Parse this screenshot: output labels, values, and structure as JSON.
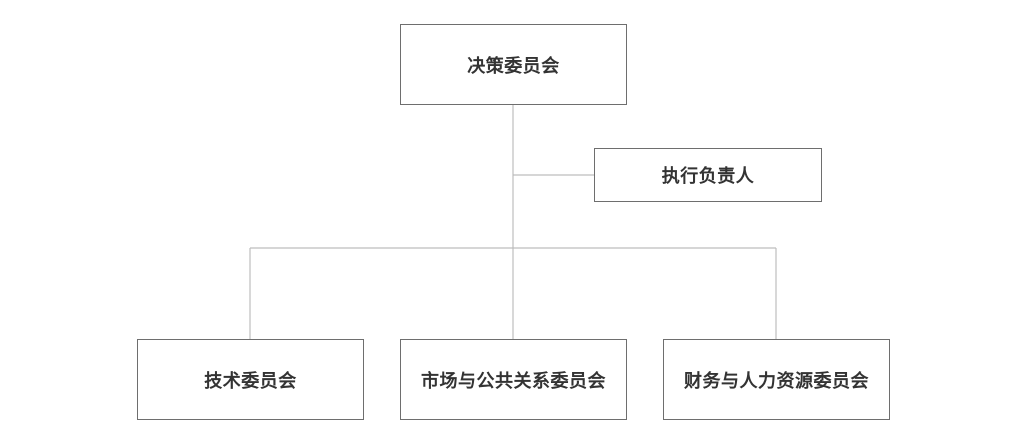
{
  "chart": {
    "root": {
      "label": "决策委员会"
    },
    "side": {
      "label": "执行负责人"
    },
    "children": [
      {
        "label": "技术委员会"
      },
      {
        "label": "市场与公共关系委员会"
      },
      {
        "label": "财务与人力资源委员会"
      }
    ]
  },
  "colors": {
    "border": "#6e6e6e",
    "connector": "#bdbdbd",
    "text": "#333333"
  }
}
